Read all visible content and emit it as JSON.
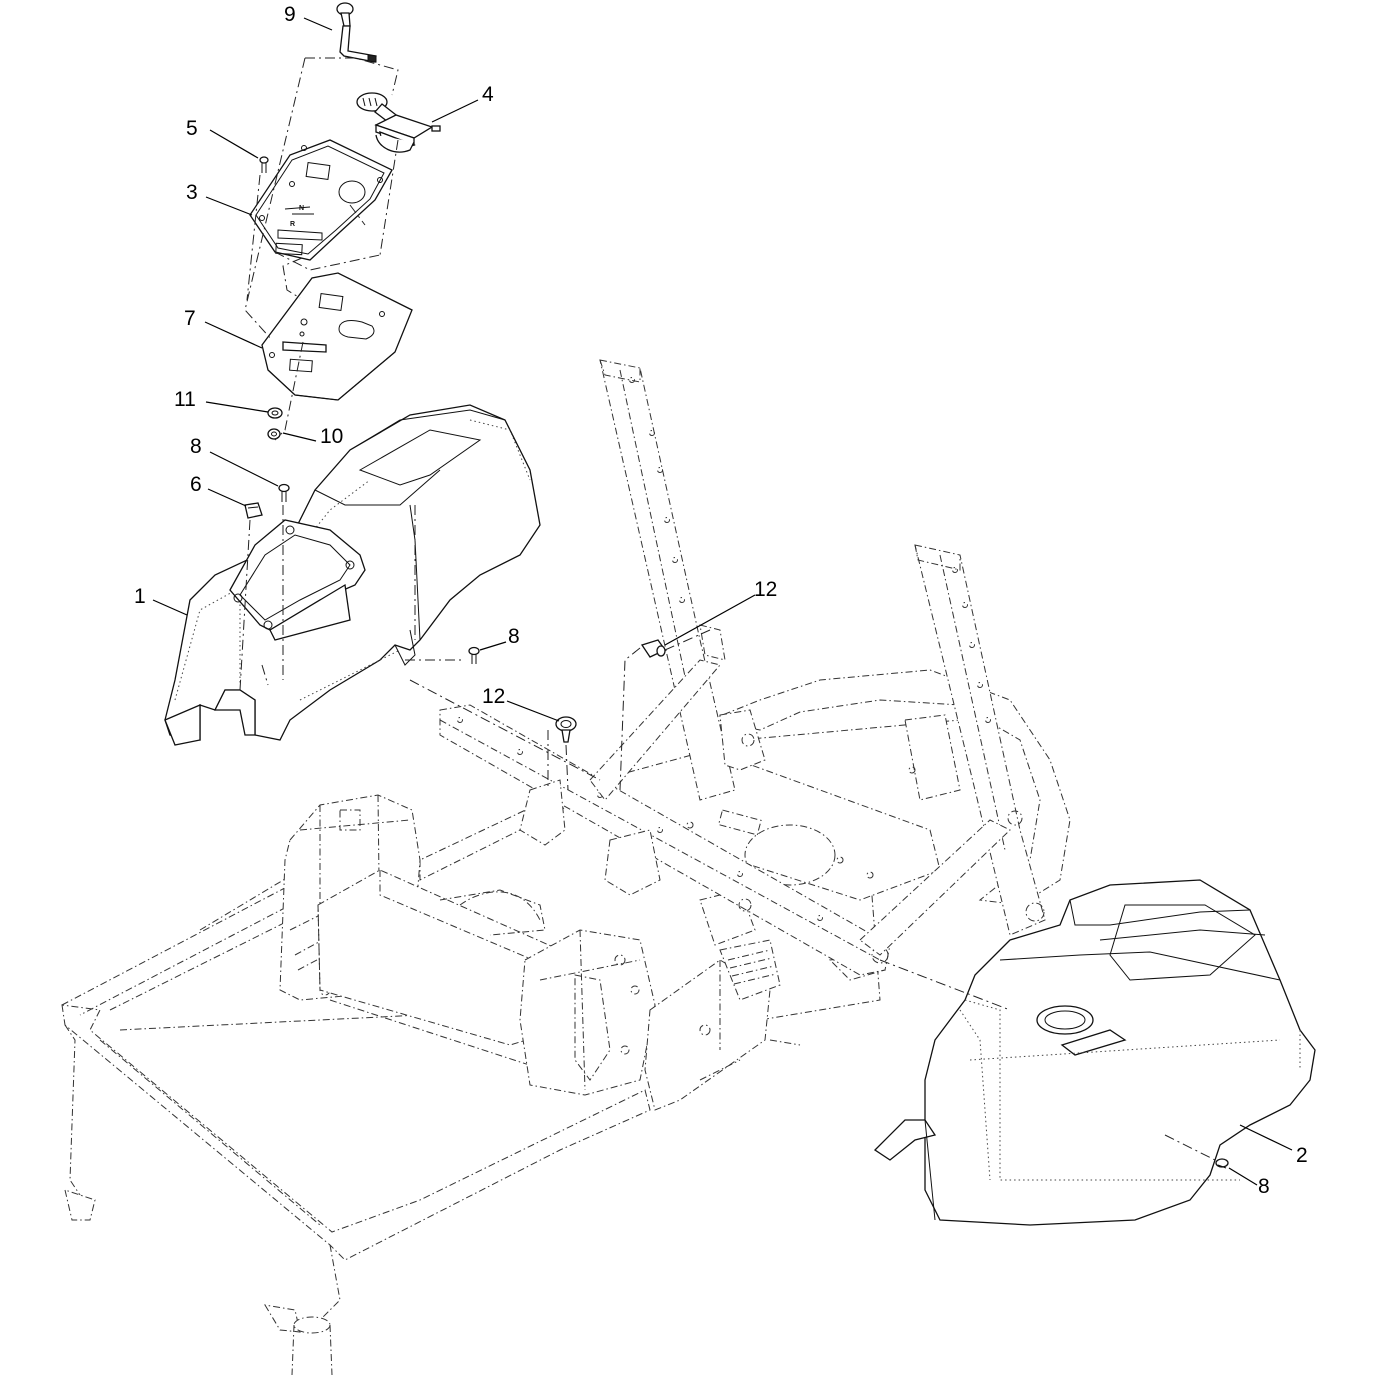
{
  "callouts": [
    {
      "id": "c9",
      "label": "9"
    },
    {
      "id": "c4",
      "label": "4"
    },
    {
      "id": "c5",
      "label": "5"
    },
    {
      "id": "c3",
      "label": "3"
    },
    {
      "id": "c7",
      "label": "7"
    },
    {
      "id": "c11",
      "label": "11"
    },
    {
      "id": "c10",
      "label": "10"
    },
    {
      "id": "c8a",
      "label": "8"
    },
    {
      "id": "c6",
      "label": "6"
    },
    {
      "id": "c1",
      "label": "1"
    },
    {
      "id": "c8b",
      "label": "8"
    },
    {
      "id": "c12a",
      "label": "12"
    },
    {
      "id": "c12b",
      "label": "12"
    },
    {
      "id": "c2",
      "label": "2"
    },
    {
      "id": "c8c",
      "label": "8"
    }
  ],
  "plate_marks": {
    "neutral": "N",
    "reverse": "R"
  }
}
